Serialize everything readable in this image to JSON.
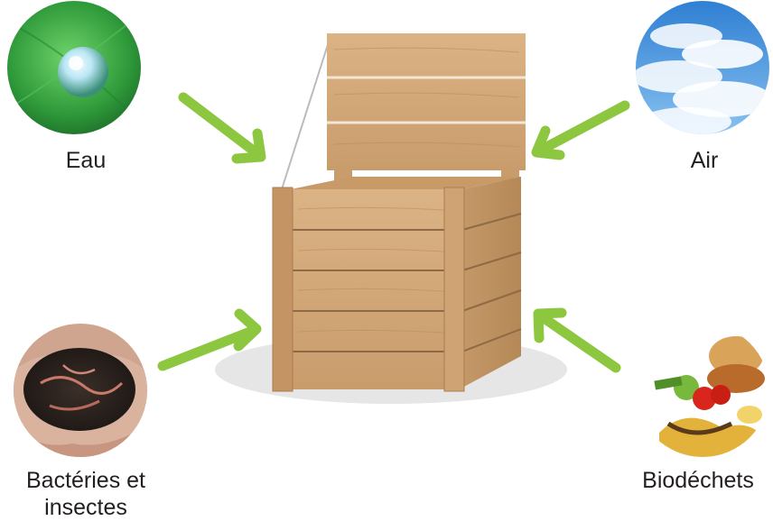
{
  "inputs": {
    "eau": {
      "label": "Eau",
      "icon": "water-drop-leaf-photo"
    },
    "air": {
      "label": "Air",
      "icon": "sky-clouds-photo"
    },
    "bacteries": {
      "label_line1": "Bactéries et",
      "label_line2": "insectes",
      "icon": "soil-worms-photo"
    },
    "biodechets": {
      "label": "Biodéchets",
      "icon": "food-scraps-photo"
    }
  },
  "center": {
    "icon": "wooden-compost-bin"
  },
  "colors": {
    "arrow": "#8dc63f",
    "wood": "#d2a878",
    "wood_dark": "#b8895a",
    "wood_line": "#8e6a45",
    "shadow": "#e6e6e6",
    "text": "#231f20"
  }
}
